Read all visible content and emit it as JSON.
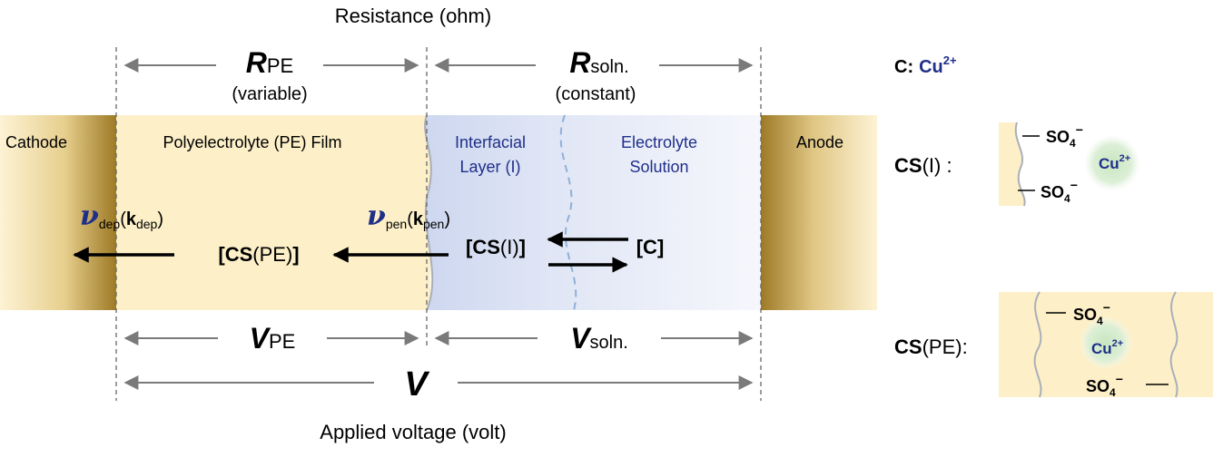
{
  "header": {
    "resistance_title": "Resistance (ohm)",
    "voltage_title": "Applied voltage (volt)"
  },
  "resistance": {
    "pe_symbol": "R",
    "pe_sub": "PE",
    "pe_note": "(variable)",
    "soln_symbol": "R",
    "soln_sub": "soln.",
    "soln_note": "(constant)"
  },
  "regions": {
    "cathode": "Cathode",
    "anode": "Anode",
    "film": "Polyelectrolyte (PE) Film",
    "interfacial_line1": "Interfacial",
    "interfacial_line2": "Layer (I)",
    "electrolyte_line1": "Electrolyte",
    "electrolyte_line2": "Solution"
  },
  "kinetics": {
    "v_symbol": "ν",
    "dep_sub": "dep",
    "dep_k": "k",
    "dep_k_sub": "dep",
    "pen_sub": "pen",
    "pen_k": "k",
    "pen_k_sub": "pen",
    "paren_open": "(",
    "paren_close": ")"
  },
  "species": {
    "cs_pe_bold": "CS",
    "cs_pe_rest": "(PE)",
    "cs_i_bold": "CS",
    "cs_i_rest": "(I)",
    "c_bold": "C",
    "bracket_open": "[",
    "bracket_close": "]"
  },
  "voltage": {
    "pe_symbol": "V",
    "pe_sub": "PE",
    "soln_symbol": "V",
    "soln_sub": "soln.",
    "total_symbol": "V"
  },
  "legend": {
    "c_label": "C:",
    "c_ion": "Cu",
    "c_charge": "2+",
    "csi_bold": "CS",
    "csi_rest": "(I) :",
    "cspe_bold": "CS",
    "cspe_rest": "(PE):",
    "ion": "Cu",
    "ion_charge": "2+",
    "sulfate": "SO",
    "sulfate_sub": "4",
    "sulfate_sup": "−"
  },
  "colors": {
    "film": "#fdf0c8",
    "electrode": "#b8943a",
    "interface": "#d3dcf0",
    "solution": "#eef1fa",
    "ion_blue": "#1f2f8a",
    "arrow_gray": "#7a7a7a",
    "ion_glow": "#cde6c8"
  }
}
